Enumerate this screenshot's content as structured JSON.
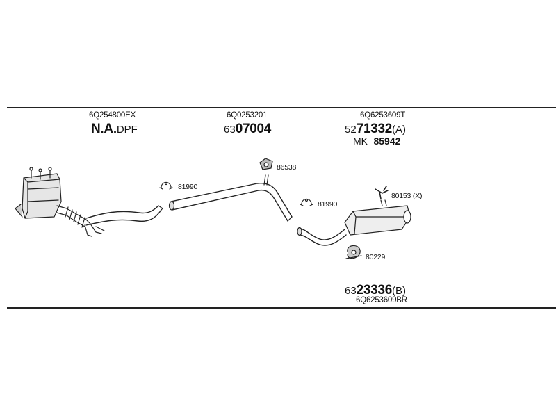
{
  "groups": {
    "dpf": {
      "ref": "6Q254800EX",
      "name_bold": "N.A.",
      "name_suffix": "DPF"
    },
    "middle_pipe": {
      "ref": "6Q0253201",
      "code_prefix": "63",
      "code_bold": "07004"
    },
    "rear_silencer": {
      "ref": "6Q6253609T",
      "code_prefix": "52",
      "code_bold": "71332",
      "code_suffix": "(A)",
      "mk_label": "MK",
      "mk_value": "85942"
    },
    "alt_silencer": {
      "code_prefix": "63",
      "code_bold": "23336",
      "code_suffix": "(B)",
      "ref": "6Q6253609BR"
    }
  },
  "parts": {
    "clamp_front": "81990",
    "rubber_mount": "86538",
    "clamp_rear": "81990",
    "bracket": "80153 (X)",
    "hanger": "80229"
  }
}
